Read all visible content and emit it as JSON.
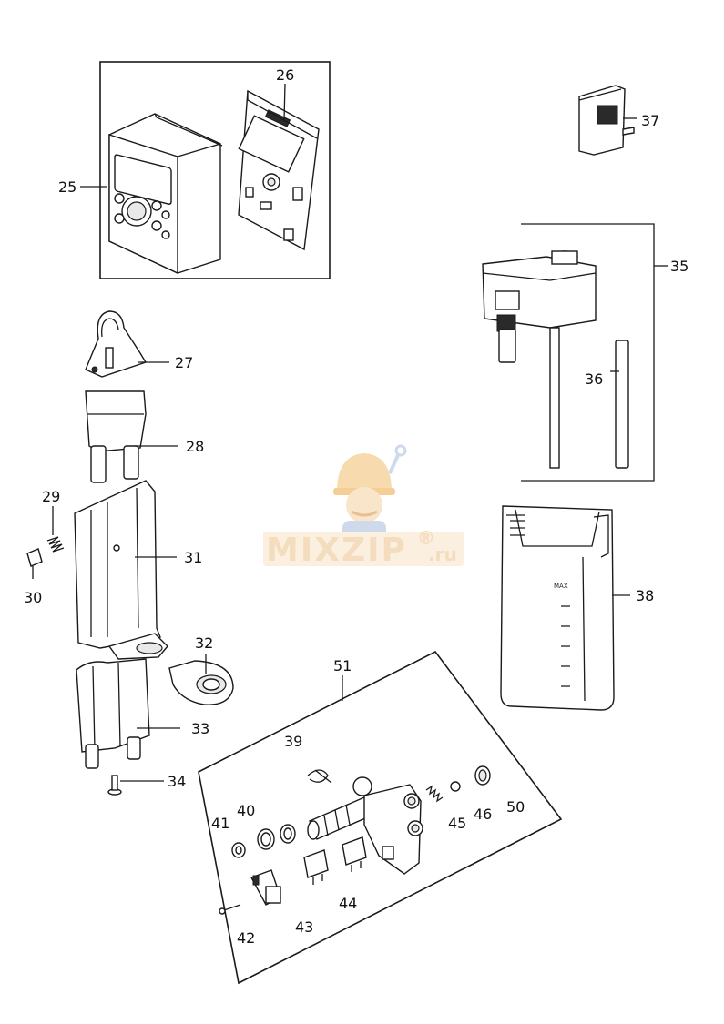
{
  "labels": {
    "p25": "25",
    "p26": "26",
    "p27": "27",
    "p28": "28",
    "p29": "29",
    "p30": "30",
    "p31": "31",
    "p32": "32",
    "p33": "33",
    "p34": "34",
    "p35": "35",
    "p36": "36",
    "p37": "37",
    "p38": "38",
    "p39": "39",
    "p40": "40",
    "p41": "41",
    "p42": "42",
    "p43": "43",
    "p44": "44",
    "p45": "45",
    "p46": "46",
    "p50": "50",
    "p51": "51"
  },
  "tank": {
    "max_mark": "MAX"
  },
  "watermark": {
    "brand": "MIXZIP",
    "registered": "®",
    "tld": ".ru"
  },
  "colors": {
    "stroke": "#1a1a1a",
    "watermark": "#f3d9b8",
    "mascot_helmet": "#f7d8a6",
    "mascot_body": "#c9d6ea"
  }
}
